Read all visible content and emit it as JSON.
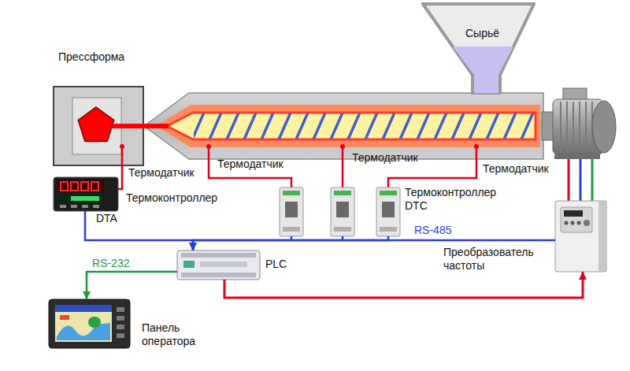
{
  "diagram": {
    "nodes": [
      {
        "text": [
          "Прессформа"
        ]
      },
      {
        "text": [
          "Сырьё"
        ]
      },
      {
        "text": [
          "Термоконтроллер",
          "DTA"
        ]
      },
      {
        "text": [
          "Термоконтроллер DTC"
        ]
      },
      {
        "text": [
          "PLC"
        ]
      },
      {
        "text": [
          "Преобразователь частоты"
        ]
      },
      {
        "text": [
          "Панель оператора"
        ]
      }
    ],
    "edges": [
      {
        "from": 2,
        "to": 4,
        "arrow": "to"
      },
      {
        "from": 3,
        "to": 4,
        "arrow": "to"
      },
      {
        "from": 5,
        "to": 4,
        "arrow": "to",
        "label": "RS-485"
      },
      {
        "from": 4,
        "to": 6,
        "arrow": "to",
        "label": "RS-232"
      },
      {
        "from": 4,
        "to": 5,
        "arrow": "to"
      }
    ],
    "labels": [
      "Термодатчик",
      "Термодатчик",
      "Термодатчик",
      "Термодатчик"
    ]
  }
}
